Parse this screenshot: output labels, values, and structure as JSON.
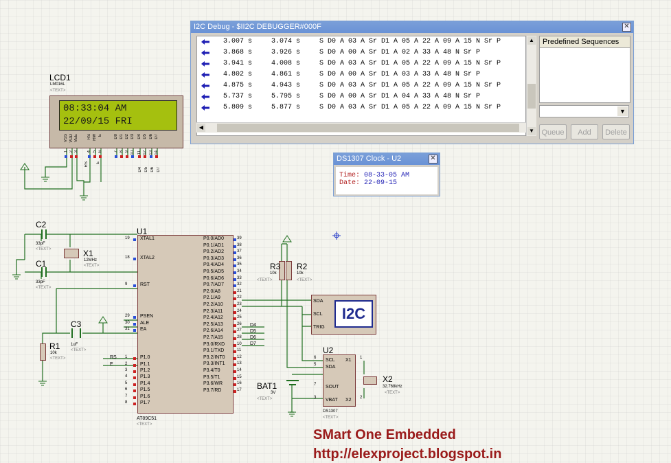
{
  "i2c_window": {
    "title": "I2C Debug - $II2C DEBUGGER#000F",
    "close": "✕",
    "rows": [
      {
        "t1": "3.007 s",
        "t2": "3.074 s",
        "seq": "S D0 A 03 A Sr D1 A 05 A 22 A 09 A 15 N Sr P"
      },
      {
        "t1": "3.868 s",
        "t2": "3.926 s",
        "seq": "S D0 A 00 A Sr D1 A 02 A 33 A 48 N Sr P"
      },
      {
        "t1": "3.941 s",
        "t2": "4.008 s",
        "seq": "S D0 A 03 A Sr D1 A 05 A 22 A 09 A 15 N Sr P"
      },
      {
        "t1": "4.802 s",
        "t2": "4.861 s",
        "seq": "S D0 A 00 A Sr D1 A 03 A 33 A 48 N Sr P"
      },
      {
        "t1": "4.875 s",
        "t2": "4.943 s",
        "seq": "S D0 A 03 A Sr D1 A 05 A 22 A 09 A 15 N Sr P"
      },
      {
        "t1": "5.737 s",
        "t2": "5.795 s",
        "seq": "S D0 A 00 A Sr D1 A 04 A 33 A 48 N Sr P"
      },
      {
        "t1": "5.809 s",
        "t2": "5.877 s",
        "seq": "S D0 A 03 A Sr D1 A 05 A 22 A 09 A 15 N Sr P"
      }
    ],
    "sequences_header": "Predefined Sequences",
    "buttons": {
      "queue": "Queue",
      "add": "Add",
      "delete": "Delete"
    }
  },
  "ds1307_window": {
    "title": "DS1307 Clock - U2",
    "close": "✕",
    "time_label": "Time:",
    "time_value": "08-33-05 AM",
    "date_label": "Date:",
    "date_value": "22-09-15"
  },
  "lcd": {
    "ref": "LCD1",
    "part": "LM016L",
    "text_tag": "<TEXT>",
    "line1": "08:33:04 AM",
    "line2": "22/09/15 FRI",
    "pins": [
      "VSS",
      "VDD",
      "VEE",
      "RS",
      "RW",
      "E",
      "D0",
      "D1",
      "D2",
      "D3",
      "D4",
      "D5",
      "D6",
      "D7"
    ],
    "pin_numbers": [
      "1",
      "2",
      "3",
      "4",
      "5",
      "6",
      "7",
      "8",
      "9",
      "10",
      "11",
      "12",
      "13",
      "14"
    ],
    "bus_labels": [
      "RS",
      "E",
      "D4",
      "D5",
      "D6",
      "D7"
    ]
  },
  "u1": {
    "ref": "U1",
    "part": "AT89C51",
    "text_tag": "<TEXT>",
    "left_pins": [
      {
        "num": "19",
        "name": "XTAL1"
      },
      {
        "num": "18",
        "name": "XTAL2"
      },
      {
        "num": "9",
        "name": "RST"
      },
      {
        "num": "29",
        "name": "PSEN"
      },
      {
        "num": "30",
        "name": "ALE"
      },
      {
        "num": "31",
        "name": "EA"
      },
      {
        "num": "1",
        "name": "P1.0"
      },
      {
        "num": "2",
        "name": "P1.1"
      },
      {
        "num": "3",
        "name": "P1.2"
      },
      {
        "num": "4",
        "name": "P1.3"
      },
      {
        "num": "5",
        "name": "P1.4"
      },
      {
        "num": "6",
        "name": "P1.5"
      },
      {
        "num": "7",
        "name": "P1.6"
      },
      {
        "num": "8",
        "name": "P1.7"
      }
    ],
    "right_pins": [
      {
        "num": "39",
        "name": "P0.0/AD0"
      },
      {
        "num": "38",
        "name": "P0.1/AD1"
      },
      {
        "num": "37",
        "name": "P0.2/AD2"
      },
      {
        "num": "36",
        "name": "P0.3/AD3"
      },
      {
        "num": "35",
        "name": "P0.4/AD4"
      },
      {
        "num": "34",
        "name": "P0.5/AD5"
      },
      {
        "num": "33",
        "name": "P0.6/AD6"
      },
      {
        "num": "32",
        "name": "P0.7/AD7"
      },
      {
        "num": "21",
        "name": "P2.0/A8"
      },
      {
        "num": "22",
        "name": "P2.1/A9"
      },
      {
        "num": "23",
        "name": "P2.2/A10"
      },
      {
        "num": "24",
        "name": "P2.3/A11"
      },
      {
        "num": "25",
        "name": "P2.4/A12"
      },
      {
        "num": "26",
        "name": "P2.5/A13"
      },
      {
        "num": "27",
        "name": "P2.6/A14"
      },
      {
        "num": "28",
        "name": "P2.7/A15"
      },
      {
        "num": "10",
        "name": "P3.0/RXD"
      },
      {
        "num": "11",
        "name": "P3.1/TXD"
      },
      {
        "num": "12",
        "name": "P3.2/INT0"
      },
      {
        "num": "13",
        "name": "P3.3/INT1"
      },
      {
        "num": "14",
        "name": "P3.4/T0"
      },
      {
        "num": "15",
        "name": "P3.5/T1"
      },
      {
        "num": "16",
        "name": "P3.6/WR"
      },
      {
        "num": "17",
        "name": "P3.7/RD"
      }
    ],
    "rs_e": [
      "RS",
      "E"
    ],
    "d_labels": [
      "D4",
      "D5",
      "D6",
      "D7"
    ]
  },
  "components": {
    "c2": {
      "ref": "C2",
      "val": "33pF"
    },
    "c1": {
      "ref": "C1",
      "val": "33pF"
    },
    "x1": {
      "ref": "X1",
      "val": "12MHz"
    },
    "c3": {
      "ref": "C3",
      "val": "1uF"
    },
    "r1": {
      "ref": "R1",
      "val": "10k"
    },
    "r3": {
      "ref": "R3",
      "val": "10k"
    },
    "r2": {
      "ref": "R2",
      "val": "10k"
    },
    "bat1": {
      "ref": "BAT1",
      "val": "3V"
    },
    "x2": {
      "ref": "X2",
      "val": "32.768kHz"
    },
    "text_tag": "<TEXT>"
  },
  "i2c_probe": {
    "logo": "I2C",
    "pins": [
      "SDA",
      "SCL",
      "TRIG"
    ]
  },
  "u2": {
    "ref": "U2",
    "part": "DS1307",
    "text_tag": "<TEXT>",
    "left": [
      {
        "num": "6",
        "name": "SCL"
      },
      {
        "num": "5",
        "name": "SDA"
      },
      {
        "num": "7",
        "name": "SOUT"
      },
      {
        "num": "3",
        "name": "VBAT"
      }
    ],
    "right": [
      {
        "num": "1",
        "name": "X1"
      },
      {
        "num": "2",
        "name": "X2"
      }
    ]
  },
  "footer": {
    "line1": "SMart One Embedded",
    "line2": "http://elexproject.blogspot.in"
  }
}
